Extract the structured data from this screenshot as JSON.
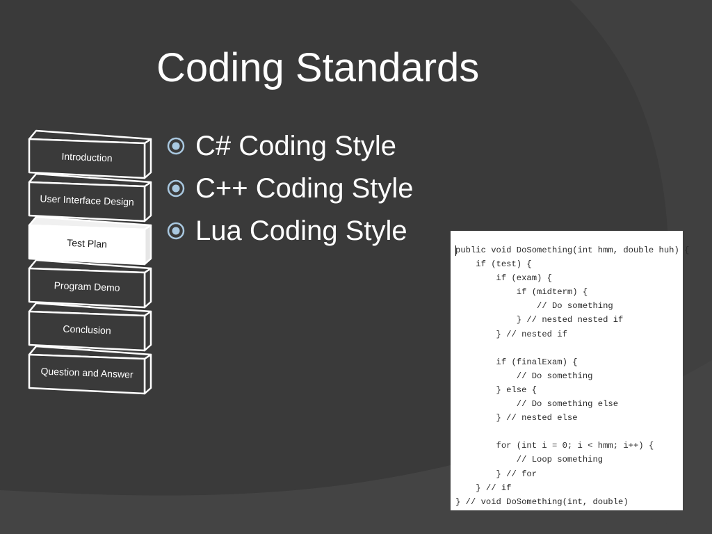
{
  "slide": {
    "title": "Coding Standards",
    "bullets": [
      "C# Coding Style",
      "C++ Coding Style",
      "Lua Coding Style"
    ],
    "bullet_icon": "circled-dot-icon",
    "colors": {
      "background": "#3a3a3a",
      "text": "#ffffff",
      "bullet_accent": "#a9c8e0",
      "active_step_fill": "#ffffff",
      "step_fill": "#3a3a3a"
    }
  },
  "navigation": {
    "active_index": 2,
    "steps": [
      {
        "label": "Introduction"
      },
      {
        "label": "User Interface Design"
      },
      {
        "label": "Test Plan"
      },
      {
        "label": "Program Demo"
      },
      {
        "label": "Conclusion"
      },
      {
        "label": "Question and Answer"
      }
    ]
  },
  "code_sample": {
    "lines": [
      "public void DoSomething(int hmm, double huh) {",
      "    if (test) {",
      "        if (exam) {",
      "            if (midterm) {",
      "                // Do something",
      "            } // nested nested if",
      "        } // nested if",
      "",
      "        if (finalExam) {",
      "            // Do something",
      "        } else {",
      "            // Do something else",
      "        } // nested else",
      "",
      "        for (int i = 0; i < hmm; i++) {",
      "            // Loop something",
      "        } // for",
      "    } // if",
      "} // void DoSomething(int, double)"
    ]
  }
}
